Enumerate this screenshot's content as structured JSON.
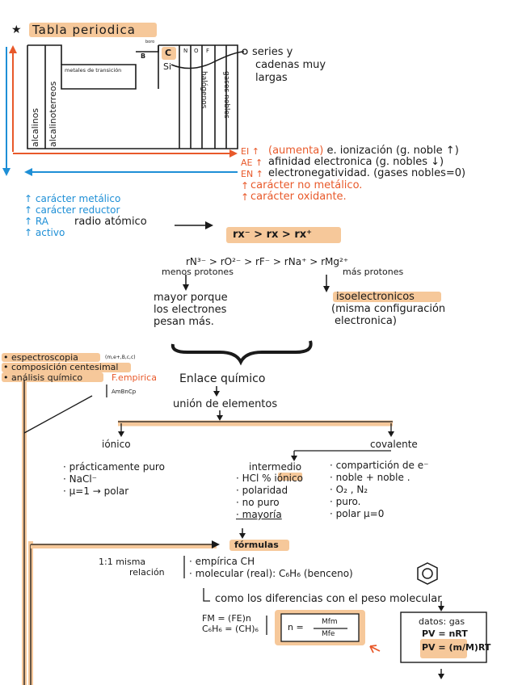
{
  "accent_colors": {
    "highlight": "#f6c89a",
    "orange": "#e8592a",
    "blue": "#1e8fd6",
    "ink": "#1a1a1a"
  },
  "title": "Tabla periodica",
  "table": {
    "alcalinos": "alcalinos",
    "alcalinoterreos": "alcalinoterreos",
    "metales_transicion": "metales de transición",
    "b": "B",
    "c": "C",
    "si": "Si",
    "n": "N",
    "o": "O",
    "f": "F",
    "halogenos": "halógenos",
    "gases": "gases nobles",
    "tiny": "boro"
  },
  "note_series": [
    "series y",
    "cadenas muy",
    "largas"
  ],
  "trends": [
    {
      "sym": "EI ↑",
      "text": "(aumenta) e. ionización (g. noble ↑)"
    },
    {
      "sym": "AE ↑",
      "text": "afinidad electronica (g. nobles ↓)"
    },
    {
      "sym": "EN ↑",
      "text": "electronegatividad. (gases nobles=0)"
    },
    {
      "sym": "↑",
      "text": "carácter no metálico."
    },
    {
      "sym": "↑",
      "text": "carácter oxidante."
    }
  ],
  "left_trends": [
    "↑ carácter metálico",
    "↑ carácter reductor",
    "↑ RA",
    "↑ activo"
  ],
  "radio_label": "radio atómico",
  "radio_formula": "rx⁻ > rx > rx⁺",
  "iso_series": "rN³⁻ > rO²⁻ > rF⁻ > rNa⁺ > rMg²⁺",
  "menos_protones": "menos protones",
  "mas_protones": "más protones",
  "mayor": [
    "mayor porque",
    "los electrones",
    "pesan más."
  ],
  "isoelectronicos": "isoelectronicos",
  "isoelec_desc": [
    "(misma configuración",
    "electronica)"
  ],
  "left_list": [
    "espectroscopia",
    "composición centesimal",
    "análisis químico"
  ],
  "tiny_right": "(m,e+,B,c,c)",
  "f_empirica": "F.empirica",
  "ambncp": "AmBnCp",
  "enlace": "Enlace químico",
  "union": "unión de elementos",
  "ionico": "iónico",
  "covalente": "covalente",
  "ionico_list": [
    "· prácticamente puro",
    "· NaCl⁻",
    "· μ=1 → polar"
  ],
  "intermedio": "intermedio",
  "inter_list": [
    "· HCl % iónico",
    "· polaridad",
    "· no puro",
    "· mayoría"
  ],
  "cov_list": [
    "· compartición de e⁻",
    "· noble + noble .",
    "· O₂ , N₂",
    "· puro.",
    "· polar  μ=0"
  ],
  "formulas": "fórmulas",
  "relacion": [
    "1:1  misma",
    "relación"
  ],
  "emp_mol": [
    "· empírica  CH",
    "· molecular (real): C₆H₆ (benceno)"
  ],
  "diferencias": "como los diferencias con el peso molecular",
  "fm_eq": [
    "FM = (FE)n",
    "C₆H₆ = (CH)₆"
  ],
  "n_eq": [
    "n =",
    "Mfm",
    "Mfe"
  ],
  "gas_box": [
    "datos: gas",
    "PV = nRT",
    "PV = (m/M)RT"
  ]
}
